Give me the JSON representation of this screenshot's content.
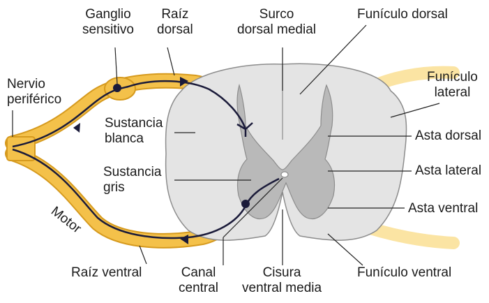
{
  "labels": {
    "ganglio": "Ganglio\nsensitivo",
    "raiz_dorsal": "Raíz\ndorsal",
    "surco": "Surco\ndorsal medial",
    "funiculo_dorsal": "Funículo dorsal",
    "nervio": "Nervio\nperiférico",
    "funiculo_lateral": "Funículo\nlateral",
    "sustancia_blanca": "Sustancia\nblanca",
    "asta_dorsal": "Asta dorsal",
    "sustancia_gris": "Sustancia\ngris",
    "asta_lateral": "Asta lateral",
    "motor": "Motor",
    "asta_ventral": "Asta ventral",
    "raiz_ventral": "Raíz ventral",
    "canal": "Canal\ncentral",
    "cisura": "Cisura\nventral media",
    "funiculo_ventral": "Funículo ventral"
  },
  "colors": {
    "white_matter": "#e4e4e4",
    "gray_matter": "#b9b9b9",
    "outline": "#8c8c8c",
    "nerve_fill": "#f4c14a",
    "nerve_pale": "#fbe4a3",
    "nerve_edge": "#d69a1e",
    "fiber": "#1b1b3a",
    "leader": "#222222"
  }
}
